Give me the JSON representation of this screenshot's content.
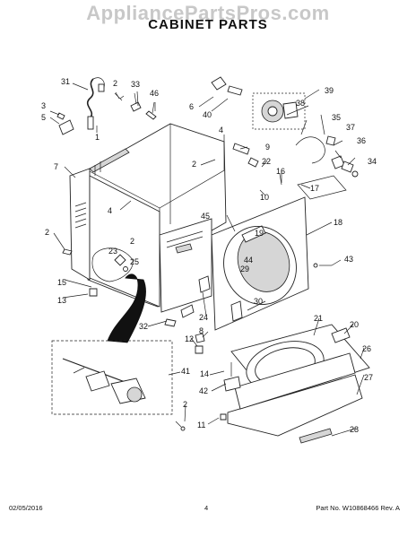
{
  "watermark": "AppliancePartsPros.com",
  "title": "CABINET PARTS",
  "callouts": [
    "31",
    "2",
    "33",
    "46",
    "3",
    "5",
    "1",
    "6",
    "40",
    "39",
    "38",
    "35",
    "37",
    "36",
    "34",
    "7",
    "4",
    "4",
    "2",
    "9",
    "22",
    "16",
    "17",
    "10",
    "45",
    "18",
    "2",
    "23",
    "2",
    "25",
    "19",
    "44",
    "29",
    "43",
    "15",
    "13",
    "30",
    "24",
    "32",
    "8",
    "21",
    "20",
    "26",
    "12",
    "41",
    "14",
    "42",
    "27",
    "2",
    "11",
    "28",
    "2"
  ],
  "footer": {
    "date": "02/05/2016",
    "page": "4",
    "part_number": "Part No.  W10868466  Rev.  A"
  }
}
